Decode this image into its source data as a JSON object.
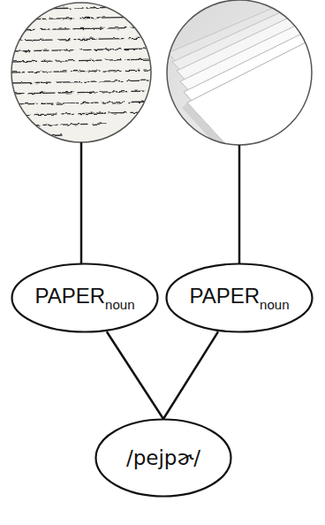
{
  "diagram": {
    "nodes": [
      {
        "text": [
          "PAPER",
          "noun"
        ]
      },
      {
        "text": [
          "PAPER",
          "noun"
        ]
      },
      {
        "text": [
          "/pejpɚ/"
        ]
      }
    ],
    "edges": [
      {
        "from": 0,
        "to": 2,
        "arrow": "none"
      },
      {
        "from": 1,
        "to": 2,
        "arrow": "none"
      }
    ]
  }
}
